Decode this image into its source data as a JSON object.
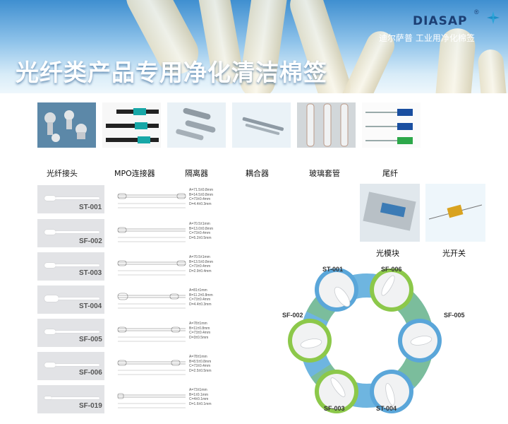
{
  "brand": {
    "name": "DIASAP",
    "registered": "®",
    "slogan": "迪尔萨普 工业用净化棉签"
  },
  "title": "光纤类产品专用净化清洁棉签",
  "applications": [
    {
      "label": "光纤接头"
    },
    {
      "label": "MPO连接器"
    },
    {
      "label": "隔离器"
    },
    {
      "label": "耦合器"
    },
    {
      "label": "玻璃套管"
    },
    {
      "label": "尾纤"
    },
    {
      "label": "光模块"
    },
    {
      "label": "光开关"
    }
  ],
  "swabs": [
    {
      "code": "ST-001",
      "specs": "A=71.5±0.8mm\nB=14.5±0.8mm\nC=73±0.4mm\nD=4.4±0.3mm"
    },
    {
      "code": "SF-002",
      "specs": "A=70.5±1mm\nB=13.0±0.8mm\nC=73±0.4mm\nD=5.2±0.5mm"
    },
    {
      "code": "ST-003",
      "specs": "A=70.5±1mm\nB=13.5±0.8mm\nC=73±0.4mm\nD=2.9±0.4mm"
    },
    {
      "code": "ST-004",
      "specs": "A=81±1mm\nB=11.2±0.8mm\nC=73±0.4mm\nD=4.4±0.3mm"
    },
    {
      "code": "SF-005",
      "specs": "A=78±1mm\nB=11±0.8mm\nC=73±0.4mm\nD=3±0.5mm"
    },
    {
      "code": "SF-006",
      "specs": "A=78±1mm\nB=8.5±0.8mm\nC=73±0.4mm\nD=2.5±0.5mm"
    },
    {
      "code": "SF-019",
      "specs": "A=73±1mm\nB=1±0.1mm\nC=4±0.1mm\nD=1.6±0.1mm"
    }
  ],
  "ring": [
    "ST-001",
    "SF-006",
    "SF-005",
    "ST-004",
    "SF-003",
    "SF-002"
  ]
}
